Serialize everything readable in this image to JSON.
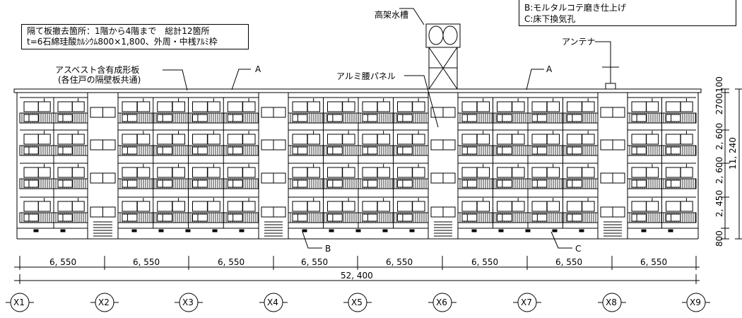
{
  "notes": {
    "box_lines": [
      "隔て板撤去箇所：1階から4階まで　総計12箇所",
      "t=6石綿珪酸ｶﾙｼｳﾑ800×1,800、外周・中桟ｱﾙﾐ枠"
    ],
    "legend_lines": [
      "B:モルタルコテ磨き仕上げ",
      "C:床下換気孔"
    ]
  },
  "callouts": {
    "tank": "高架水槽",
    "antenna": "アンテナ",
    "asbestos_1": "アスベスト含有成形板",
    "asbestos_2": "(各住戸の隔壁板共通)",
    "panel": "アルミ腰パネル",
    "a_left": "A",
    "a_right": "A",
    "b": "B",
    "c": "C"
  },
  "dimensions": {
    "bays": [
      "6, 550",
      "6, 550",
      "6, 550",
      "6, 550",
      "6, 550",
      "6, 550",
      "6, 550",
      "6, 550"
    ],
    "total": "52, 400",
    "heights": [
      "100",
      "2700",
      "2, 600",
      "2, 600",
      "2, 450",
      "800"
    ],
    "total_height": "11, 240"
  },
  "grid_axes": [
    "X1",
    "X2",
    "X3",
    "X4",
    "X5",
    "X6",
    "X7",
    "X8",
    "X9"
  ]
}
